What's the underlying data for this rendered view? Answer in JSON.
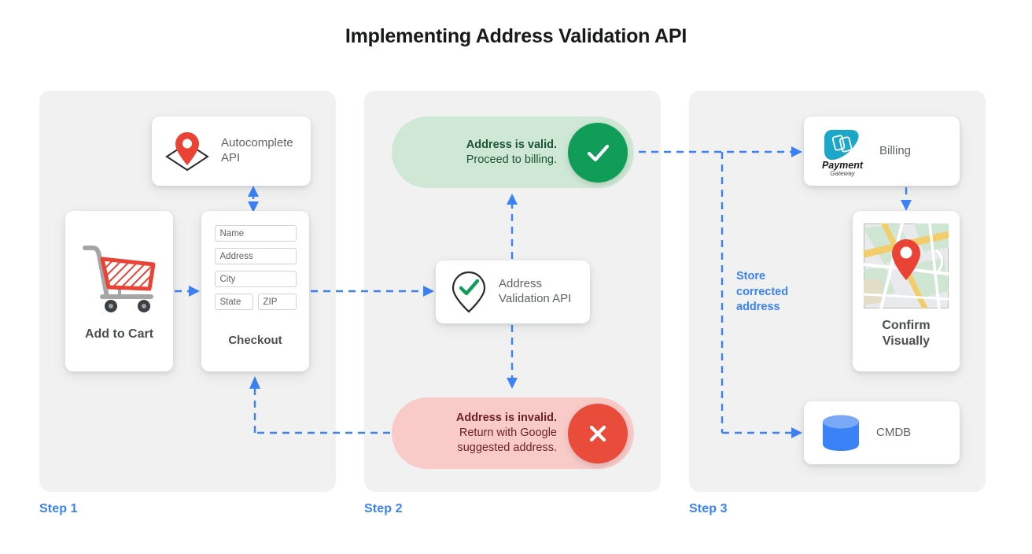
{
  "page": {
    "title": "Implementing Address Validation API",
    "accent_blue": "#3b82f6",
    "panel_bg": "#f1f1f1",
    "valid_bg": "#cfe8d5",
    "valid_badge": "#0f9d58",
    "invalid_bg": "#f8cbc9",
    "invalid_badge": "#ea4c3b"
  },
  "steps": [
    {
      "label": "Step 1"
    },
    {
      "label": "Step 2"
    },
    {
      "label": "Step 3"
    }
  ],
  "step1": {
    "autocomplete": {
      "label_line1": "Autocomplete",
      "label_line2": "API",
      "icon": "map-pin-diamond-icon"
    },
    "add_to_cart": {
      "caption": "Add to Cart",
      "icon": "shopping-cart-icon"
    },
    "checkout": {
      "caption": "Checkout",
      "fields": [
        {
          "placeholder": "Name"
        },
        {
          "placeholder": "Address"
        },
        {
          "placeholder": "City"
        }
      ],
      "fields_row": [
        {
          "placeholder": "State"
        },
        {
          "placeholder": "ZIP"
        }
      ]
    }
  },
  "step2": {
    "valid": {
      "line1": "Address is valid.",
      "line2": "Proceed to billing.",
      "badge_icon": "check-icon"
    },
    "validation_api": {
      "label_line1": "Address",
      "label_line2": "Validation API",
      "icon": "map-pin-check-icon"
    },
    "invalid": {
      "line1": "Address is invalid.",
      "line2": "Return with Google",
      "line3": "suggested address.",
      "badge_icon": "close-icon"
    }
  },
  "step3": {
    "billing": {
      "label": "Billing",
      "logo_line1": "Payment",
      "logo_line2": "Gateway",
      "icon": "payment-gateway-logo-icon"
    },
    "confirm": {
      "caption_line1": "Confirm",
      "caption_line2": "Visually",
      "icon": "map-thumbnail-icon"
    },
    "cmdb": {
      "label": "CMDB",
      "icon": "database-icon"
    },
    "note": {
      "line1": "Store",
      "line2": "corrected",
      "line3": "address"
    }
  }
}
